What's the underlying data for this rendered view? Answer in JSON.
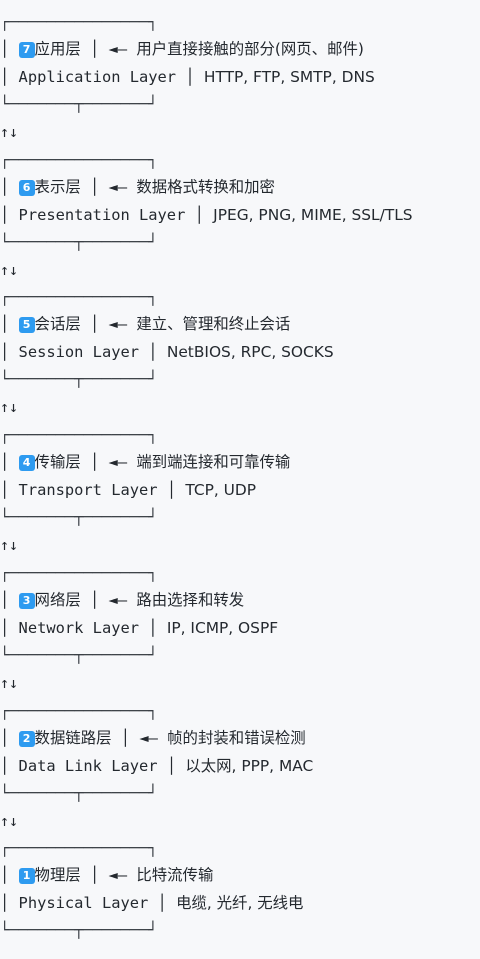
{
  "layers": [
    {
      "num": "7",
      "name_cn": "应用层",
      "desc": "用户直接接触的部分(网页、邮件)",
      "name_en": "Application Layer",
      "protocols": "HTTP, FTP, SMTP, DNS",
      "pad": 1
    },
    {
      "num": "6",
      "name_cn": "表示层",
      "desc": "数据格式转换和加密",
      "name_en": "Presentation Layer",
      "protocols": "JPEG, PNG, MIME, SSL/TLS",
      "pad": 1
    },
    {
      "num": "5",
      "name_cn": "会话层",
      "desc": "建立、管理和终止会话",
      "name_en": "Session Layer",
      "protocols": "NetBIOS, RPC, SOCKS",
      "pad": 1
    },
    {
      "num": "4",
      "name_cn": "传输层",
      "desc": "端到端连接和可靠传输",
      "name_en": "Transport Layer",
      "protocols": "TCP, UDP",
      "pad": 1
    },
    {
      "num": "3",
      "name_cn": "网络层",
      "desc": "路由选择和转发",
      "name_en": "Network Layer",
      "protocols": "IP, ICMP, OSPF",
      "pad": 1
    },
    {
      "num": "2",
      "name_cn": "数据链路层",
      "desc": "帧的封装和错误检测",
      "name_en": "Data Link Layer",
      "protocols": "以太网, PPP, MAC",
      "pad": 1
    },
    {
      "num": "1",
      "name_cn": "物理层",
      "desc": "比特流传输",
      "name_en": "Physical Layer",
      "protocols": "电缆, 光纤, 无线电",
      "pad": 1
    }
  ],
  "arrow_pointer": "◄—",
  "updown_arrow": "↑↓",
  "box_top": "┌───────────────┐",
  "box_bottom": "└───────┬───────┘",
  "colors": {
    "badge_bg": "#2e9bf0",
    "background": "#f7f8fa",
    "text": "#24292f"
  }
}
